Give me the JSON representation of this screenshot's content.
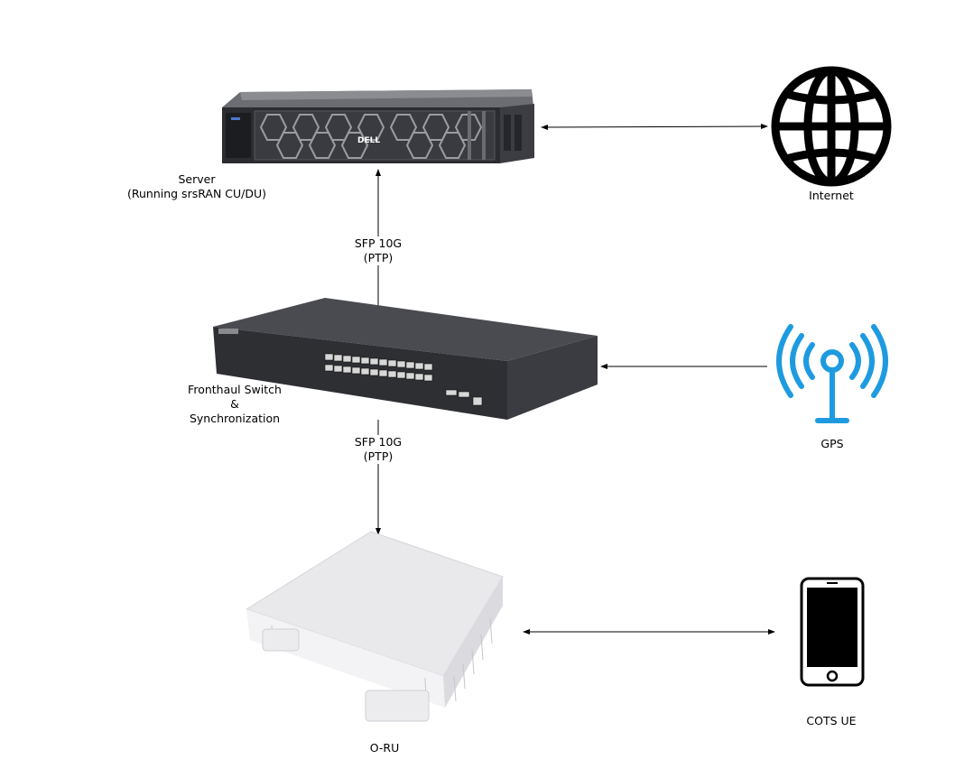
{
  "nodes": {
    "server": {
      "line1": "Server",
      "line2": "(Running srsRAN CU/DU)",
      "brand": "DELL"
    },
    "internet": {
      "label": "Internet"
    },
    "switch": {
      "line1": "Fronthaul Switch",
      "line2": "&",
      "line3": "Synchronization"
    },
    "gps": {
      "label": "GPS"
    },
    "oru": {
      "label": "O-RU"
    },
    "ue": {
      "label": "COTS UE"
    }
  },
  "links": {
    "server_switch": {
      "line1": "SFP 10G",
      "line2": "(PTP)"
    },
    "switch_oru": {
      "line1": "SFP 10G",
      "line2": "(PTP)"
    }
  }
}
